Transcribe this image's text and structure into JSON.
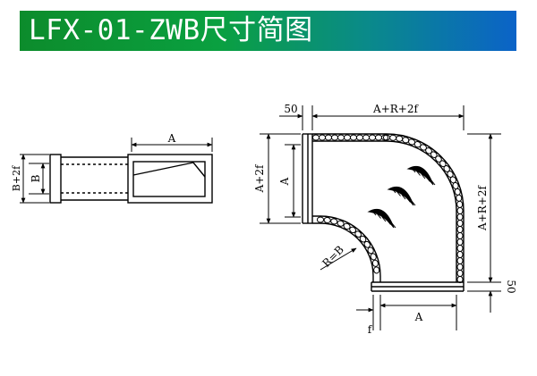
{
  "title": "LFX-01-ZWB尺寸简图",
  "colors": {
    "title_bar_start": "#0c8c2c",
    "title_bar_end": "#0b63c8",
    "line": "#000000"
  },
  "left_view": {
    "dim_top": "A",
    "dim_left_outer": "B+2f",
    "dim_left_inner": "B"
  },
  "right_view": {
    "dim_top_left": "50",
    "dim_top": "A+R+2f",
    "dim_left_outer": "A+2f",
    "dim_left_inner": "A",
    "dim_right": "A+R+2f",
    "dim_right_bottom": "50",
    "dim_radius": "R=B",
    "dim_bottom": "A",
    "dim_bottom_left": "f"
  }
}
